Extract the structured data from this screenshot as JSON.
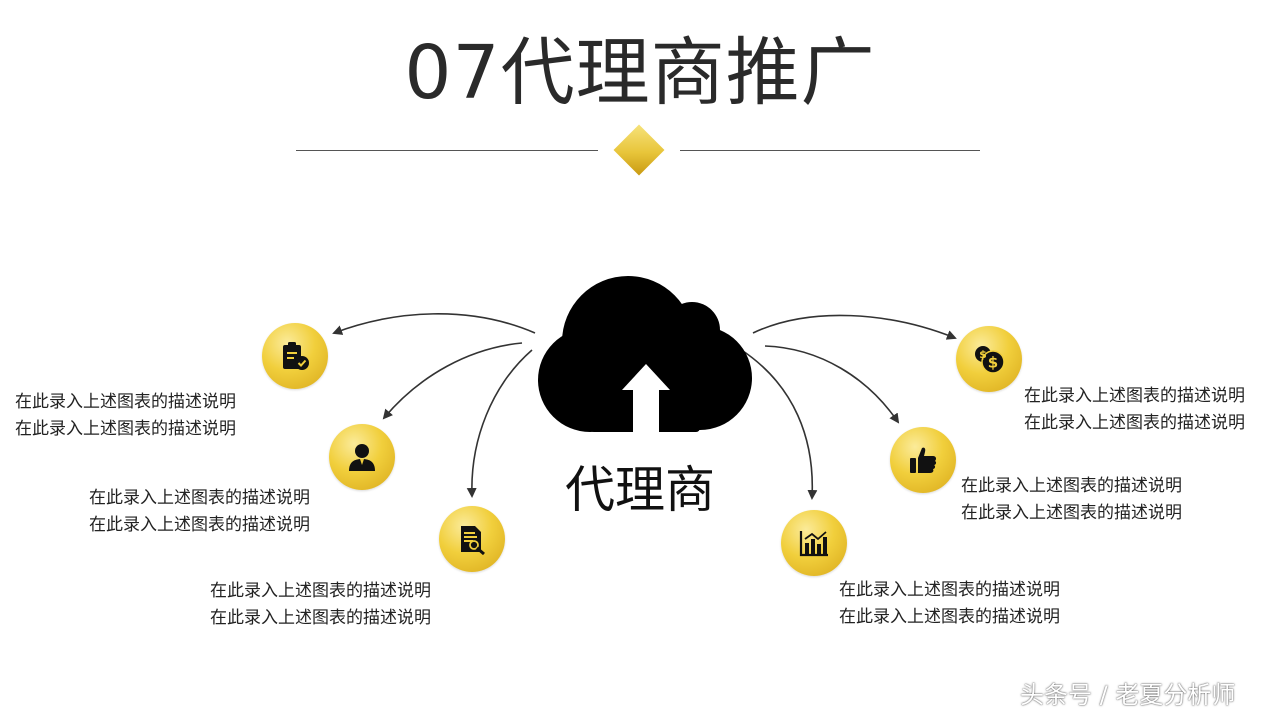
{
  "title": "07代理商推广",
  "center": {
    "label": "代理商",
    "icon": "cloud-upload-icon"
  },
  "accent_colors": {
    "gold_light": "#fbeb9a",
    "gold": "#f1cf3c",
    "gold_dark": "#d8a81a",
    "cloud": "#000000"
  },
  "items": [
    {
      "icon": "clipboard-check-icon",
      "lines": [
        "在此录入上述图表的描述说明",
        "在此录入上述图表的描述说明"
      ]
    },
    {
      "icon": "person-icon",
      "lines": [
        "在此录入上述图表的描述说明",
        "在此录入上述图表的描述说明"
      ]
    },
    {
      "icon": "document-search-icon",
      "lines": [
        "在此录入上述图表的描述说明",
        "在此录入上述图表的描述说明"
      ]
    },
    {
      "icon": "bar-chart-icon",
      "lines": [
        "在此录入上述图表的描述说明",
        "在此录入上述图表的描述说明"
      ]
    },
    {
      "icon": "thumbs-up-icon",
      "lines": [
        "在此录入上述图表的描述说明",
        "在此录入上述图表的描述说明"
      ]
    },
    {
      "icon": "coins-dollar-icon",
      "lines": [
        "在此录入上述图表的描述说明",
        "在此录入上述图表的描述说明"
      ]
    }
  ],
  "watermark": "头条号 / 老夏分析师"
}
